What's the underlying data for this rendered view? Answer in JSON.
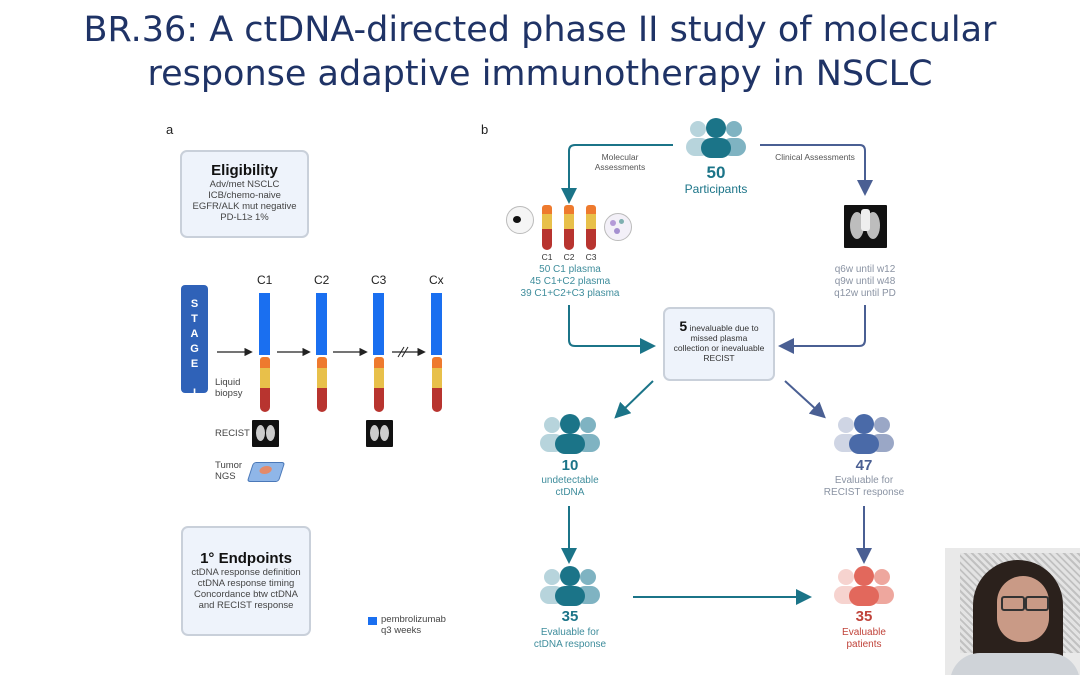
{
  "slide": {
    "title_line1": "BR.36: A ctDNA-directed phase II study of molecular",
    "title_line2": "response adaptive immunotherapy in NSCLC"
  },
  "panel_a": {
    "label": "a",
    "eligibility": {
      "heading": "Eligibility",
      "items": [
        "Adv/met NSCLC",
        "ICB/chemo-naive",
        "EGFR/ALK mut negative",
        "PD-L1≥ 1%"
      ]
    },
    "stage_letters": [
      "S",
      "T",
      "A",
      "G",
      "E",
      "I"
    ],
    "cycles": [
      "C1",
      "C2",
      "C3",
      "Cx"
    ],
    "row_labels": {
      "liquid_biopsy": "Liquid biopsy",
      "recist": "RECIST",
      "tumor_ngs": "Tumor NGS"
    },
    "endpoints": {
      "heading": "1° Endpoints",
      "items": [
        "ctDNA response definition",
        "ctDNA response timing",
        "Concordance btw ctDNA",
        "and RECIST response"
      ]
    },
    "legend": {
      "color": "#1a6ff0",
      "label_line1": "pembrolizumab",
      "label_line2": "q3 weeks"
    }
  },
  "panel_b": {
    "label": "b",
    "participants": {
      "count": "50",
      "label": "Participants"
    },
    "molecular_label": "Molecular Assessments",
    "clinical_label": "Clinical Assessments",
    "tube_labels": [
      "C1",
      "C2",
      "C3"
    ],
    "plasma_lines": [
      "50 C1 plasma",
      "45 C1+C2 plasma",
      "39 C1+C2+C3 plasma"
    ],
    "schedule_lines": [
      "q6w until w12",
      "q9w until w48",
      "q12w until PD"
    ],
    "inevaluable": {
      "count": "5",
      "text_first": "inevaluable due to",
      "text_rest": [
        "missed plasma",
        "collection or inevaluable",
        "RECIST"
      ]
    },
    "undetectable": {
      "count": "10",
      "label_lines": [
        "undetectable",
        "ctDNA"
      ]
    },
    "recist_eval": {
      "count": "47",
      "label_lines": [
        "Evaluable for",
        "RECIST response"
      ]
    },
    "ctdna_eval": {
      "count": "35",
      "label_lines": [
        "Evaluable for",
        "ctDNA response"
      ]
    },
    "patients_eval": {
      "count": "35",
      "label_lines": [
        "Evaluable",
        "patients"
      ]
    },
    "colors": {
      "teal": "#1b7488",
      "blue": "#4a5f93",
      "red": "#e2685c",
      "gray": "#8a93a3"
    }
  }
}
